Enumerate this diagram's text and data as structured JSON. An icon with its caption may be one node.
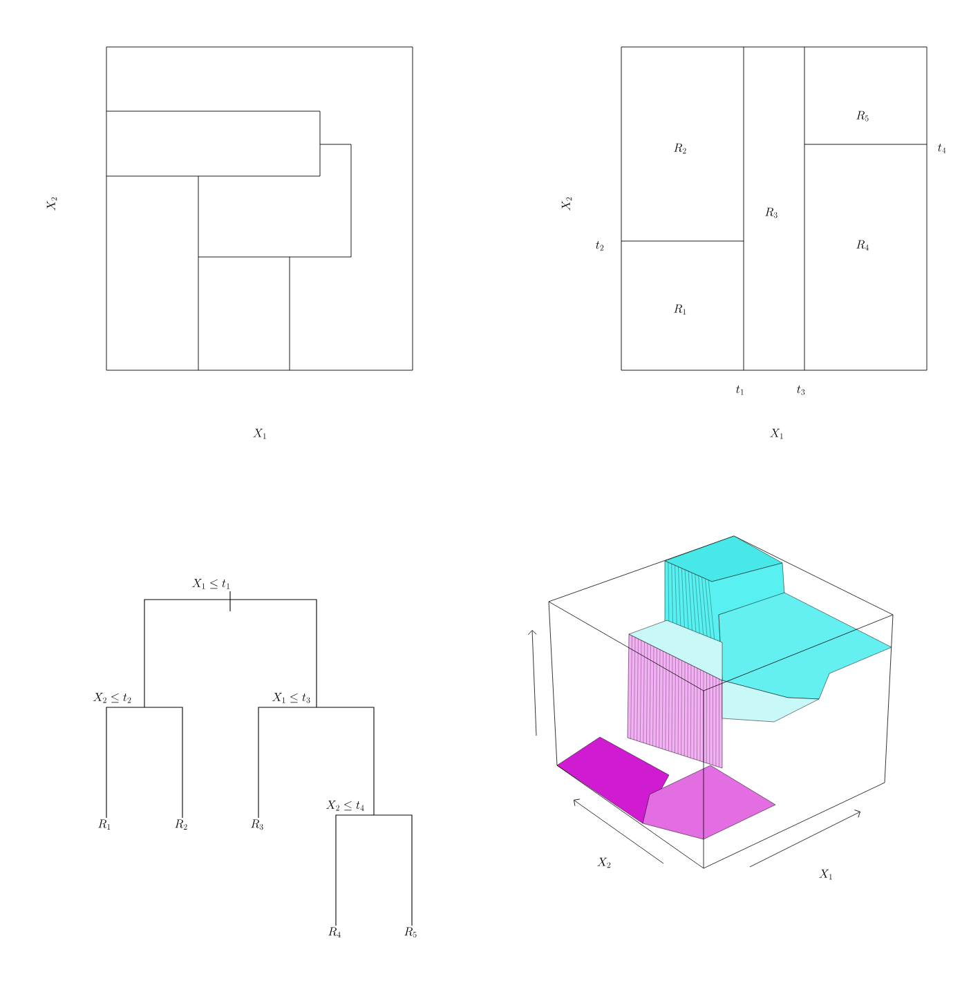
{
  "diagram": {
    "nodes": [
      {
        "text": [
          "X_1 \\leq t_1"
        ]
      },
      {
        "text": [
          "X_2 \\leq t_2"
        ]
      },
      {
        "text": [
          "R_1"
        ]
      },
      {
        "text": [
          "R_2"
        ]
      },
      {
        "text": [
          "X_1 \\leq t_3"
        ]
      },
      {
        "text": [
          "R_3"
        ]
      },
      {
        "text": [
          "X_2 \\leq t_4"
        ]
      },
      {
        "text": [
          "R_4"
        ]
      },
      {
        "text": [
          "R_5"
        ]
      }
    ],
    "edges": [
      {
        "from": 0,
        "to": 1,
        "arrow": "none"
      },
      {
        "from": 0,
        "to": 4,
        "arrow": "none"
      },
      {
        "from": 1,
        "to": 2,
        "arrow": "none"
      },
      {
        "from": 1,
        "to": 3,
        "arrow": "none"
      },
      {
        "from": 4,
        "to": 5,
        "arrow": "none"
      },
      {
        "from": 4,
        "to": 6,
        "arrow": "none"
      },
      {
        "from": 6,
        "to": 7,
        "arrow": "none"
      },
      {
        "from": 6,
        "to": 8,
        "arrow": "none"
      }
    ],
    "labels": [
      "X_2",
      "X_1",
      "R_2",
      "R_5",
      "t_4",
      "X_2",
      "R_3",
      "t_2",
      "R_4",
      "R_1",
      "t_1",
      "t_3",
      "X_1",
      "X_2",
      "X_1"
    ]
  }
}
